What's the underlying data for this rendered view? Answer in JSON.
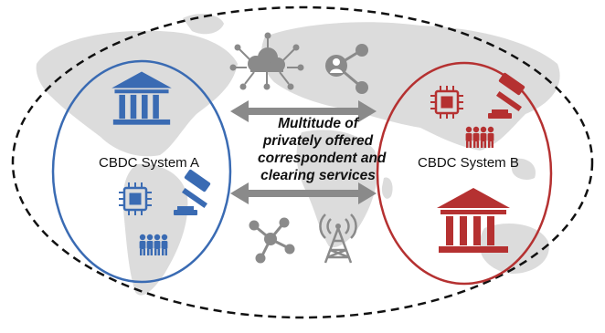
{
  "systems": {
    "a": {
      "label": "CBDC System A",
      "color": "#3a6bb3"
    },
    "b": {
      "label": "CBDC System B",
      "color": "#b53131"
    }
  },
  "center": {
    "lines": [
      "Multitude of",
      "privately offered",
      "correspondent and",
      "clearing services"
    ],
    "color": "#8a8a8a"
  },
  "colors": {
    "map": "#dcdcdc",
    "outline": "#111111",
    "arrow": "#8a8a8a"
  },
  "icons": {
    "system_a": [
      "bank-icon",
      "chip-icon",
      "gavel-icon",
      "people-icon"
    ],
    "system_b": [
      "chip-icon",
      "gavel-icon",
      "people-icon",
      "bank-icon"
    ],
    "services": [
      "cloud-network-icon",
      "user-network-icon",
      "hub-network-icon",
      "antenna-tower-icon"
    ]
  }
}
